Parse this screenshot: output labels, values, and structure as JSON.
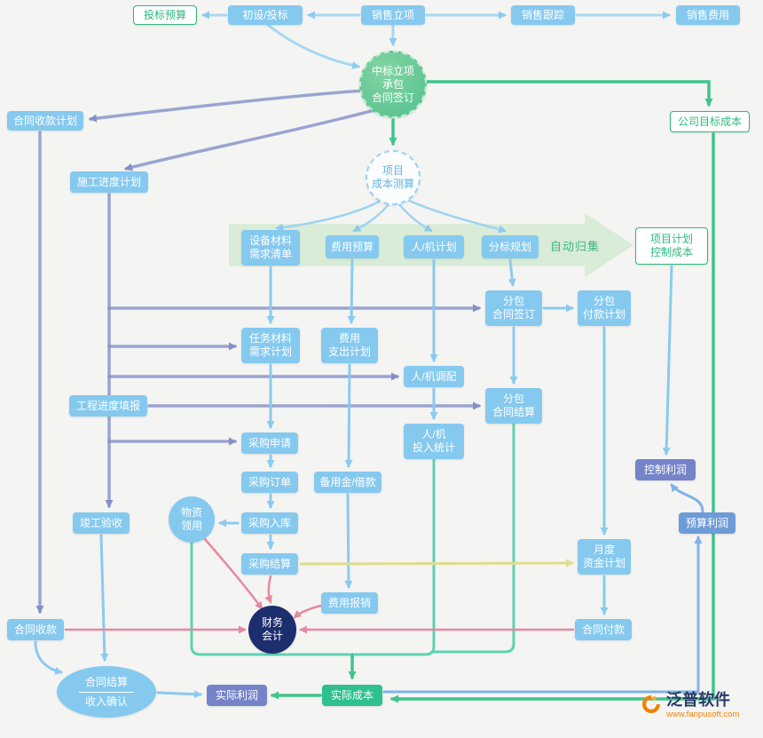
{
  "palette": {
    "background": "#f4f4f2",
    "box_blue": "#85c9ef",
    "box_green_outline": "#2eb87d",
    "box_purple": "#7583c9",
    "box_midblue": "#6d9bd6",
    "box_solid_green": "#2ec08d",
    "circle_navy": "#1d2e6e",
    "circle_green": "#4fc18c",
    "band_green": "#cfe9cf",
    "arrow_slate": "#8290c9",
    "arrow_lightblue": "#8ccaef",
    "arrow_green": "#3fc48c",
    "arrow_teal": "#5ed2b2",
    "arrow_pink": "#e18aa0",
    "arrow_yellow": "#e0dc8e",
    "arrow_blue": "#7fb3e8",
    "logo_orange": "#f08300"
  },
  "nodes": {
    "bid_budget": {
      "label": "投标预算"
    },
    "initial_bid": {
      "label": "初设/投标"
    },
    "sales_initiation": {
      "label": "销售立项"
    },
    "sales_tracking": {
      "label": "销售跟踪"
    },
    "sales_expense": {
      "label": "销售费用"
    },
    "win_bid": {
      "label": "中标立项\n承包\n合同签订"
    },
    "contract_receipt_plan": {
      "label": "合同收款计划"
    },
    "company_target_cost": {
      "label": "公司目标成本"
    },
    "construction_schedule": {
      "label": "施工进度计划"
    },
    "project_cost_calc": {
      "label": "项目\n成本测算"
    },
    "equipment_material_list": {
      "label": "设备材料\n需求清单"
    },
    "expense_budget": {
      "label": "费用预算"
    },
    "man_machine_plan": {
      "label": "人/机计划"
    },
    "bid_section_plan": {
      "label": "分标规划"
    },
    "auto_collect": {
      "label": "自动归集"
    },
    "project_plan_control_cost": {
      "label": "项目计划\n控制成本"
    },
    "subcontract_sign": {
      "label": "分包\n合同签订"
    },
    "subcontract_pay_plan": {
      "label": "分包\n付款计划"
    },
    "task_material_plan": {
      "label": "任务材料\n需求计划"
    },
    "expense_out_plan": {
      "label": "费用\n支出计划"
    },
    "man_machine_alloc": {
      "label": "人/机调配"
    },
    "progress_report": {
      "label": "工程进度填报"
    },
    "subcontract_settle": {
      "label": "分包\n合同结算"
    },
    "purchase_request": {
      "label": "采购申请"
    },
    "man_machine_stat": {
      "label": "人/机\n投入统计"
    },
    "purchase_order": {
      "label": "采购订单"
    },
    "petty_cash": {
      "label": "备用金/借款"
    },
    "control_profit": {
      "label": "控制利润"
    },
    "material_requisition": {
      "label": "物资\n领用"
    },
    "completion_acceptance": {
      "label": "竣工验收"
    },
    "purchase_inbound": {
      "label": "采购入库"
    },
    "budget_profit": {
      "label": "预算利润"
    },
    "purchase_settle": {
      "label": "采购结算"
    },
    "monthly_fund_plan": {
      "label": "月度\n资金计划"
    },
    "expense_reimburse": {
      "label": "费用报销"
    },
    "contract_receipt": {
      "label": "合同收款"
    },
    "finance_accounting": {
      "label": "财务\n会计"
    },
    "contract_pay": {
      "label": "合同付款"
    },
    "contract_settlement": {
      "top": "合同结算",
      "bottom": "收入确认"
    },
    "actual_profit": {
      "label": "实际利润"
    },
    "actual_cost": {
      "label": "实际成本"
    }
  },
  "edges": [
    "initial_bid->bid_budget",
    "sales_initiation->initial_bid",
    "sales_initiation->sales_tracking",
    "sales_tracking->sales_expense",
    "initial_bid->win_bid",
    "sales_initiation->win_bid",
    "win_bid->contract_receipt_plan",
    "win_bid->construction_schedule",
    "win_bid->company_target_cost",
    "win_bid->project_cost_calc",
    "contract_receipt_plan->contract_receipt",
    "project_cost_calc->equipment_material_list",
    "project_cost_calc->expense_budget",
    "project_cost_calc->man_machine_plan",
    "project_cost_calc->bid_section_plan",
    "auto_collect_band->project_plan_control_cost",
    "equipment_material_list->task_material_plan",
    "task_material_plan->purchase_request",
    "purchase_request->purchase_order",
    "purchase_order->purchase_inbound",
    "purchase_inbound->purchase_settle",
    "purchase_inbound->material_requisition",
    "expense_budget->expense_out_plan",
    "expense_out_plan->petty_cash",
    "petty_cash->expense_reimburse",
    "man_machine_plan->man_machine_alloc",
    "man_machine_alloc->man_machine_stat",
    "bid_section_plan->subcontract_sign",
    "subcontract_sign->subcontract_pay_plan",
    "subcontract_sign->subcontract_settle",
    "subcontract_pay_plan->monthly_fund_plan",
    "monthly_fund_plan->contract_pay",
    "purchase_settle->monthly_fund_plan",
    "construction_schedule->completion_acceptance",
    "construction_schedule->subcontract_sign",
    "construction_schedule->task_material_plan",
    "construction_schedule->man_machine_alloc",
    "construction_schedule->purchase_request",
    "progress_report->subcontract_settle",
    "material_requisition->finance_accounting",
    "purchase_settle->finance_accounting",
    "expense_reimburse->finance_accounting",
    "contract_pay->finance_accounting",
    "contract_receipt->finance_accounting",
    "contract_receipt->contract_settlement",
    "completion_acceptance->contract_settlement",
    "contract_settlement->actual_profit",
    "actual_cost->actual_profit",
    "material_requisition->actual_cost",
    "man_machine_stat->actual_cost",
    "subcontract_settle->actual_cost",
    "project_plan_control_cost->control_profit",
    "actual_cost->budget_profit",
    "budget_profit->control_profit",
    "company_target_cost->actual_cost"
  ],
  "watermark": {
    "brand": "泛普软件",
    "url": "www.fanpusoft.com"
  }
}
